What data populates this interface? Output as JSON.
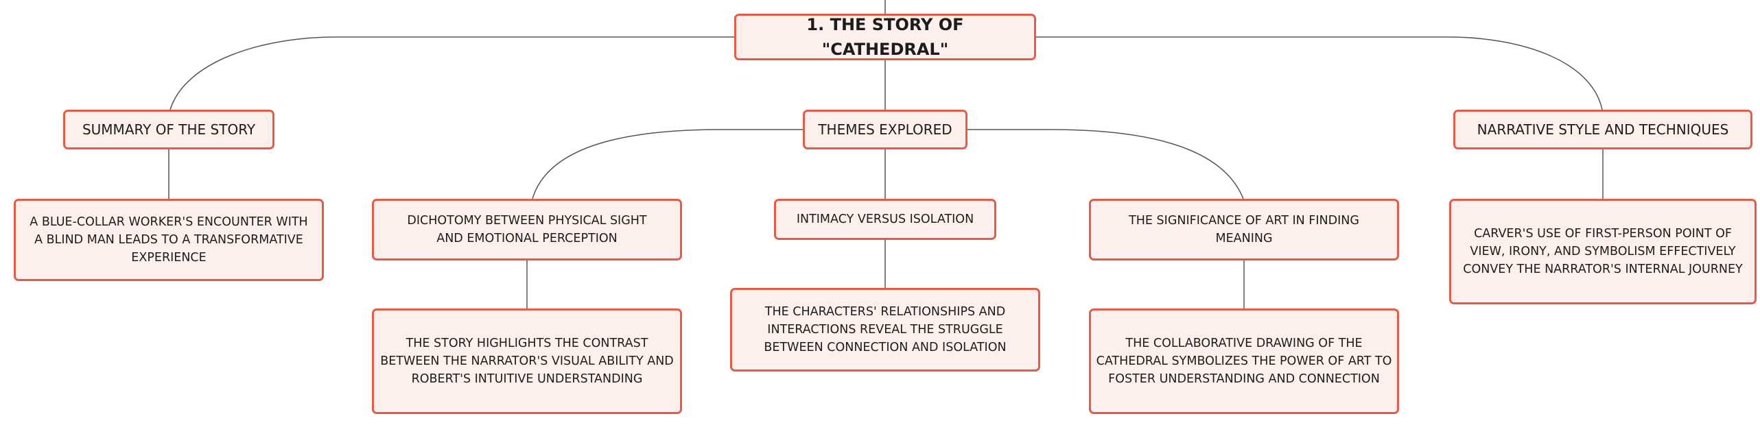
{
  "mindmap": {
    "root": {
      "text": "1. THE STORY OF \"CATHEDRAL\""
    },
    "branches": [
      {
        "label": "SUMMARY OF THE STORY",
        "children": [
          {
            "text": "A BLUE-COLLAR WORKER'S ENCOUNTER WITH A BLIND MAN LEADS TO A TRANSFORMATIVE EXPERIENCE"
          }
        ]
      },
      {
        "label": "THEMES EXPLORED",
        "subtopics": [
          {
            "label": "DICHOTOMY BETWEEN PHYSICAL SIGHT AND EMOTIONAL PERCEPTION",
            "detail": "THE STORY HIGHLIGHTS THE CONTRAST BETWEEN THE NARRATOR'S VISUAL ABILITY AND ROBERT'S INTUITIVE UNDERSTANDING"
          },
          {
            "label": "INTIMACY VERSUS ISOLATION",
            "detail": "THE CHARACTERS' RELATIONSHIPS AND INTERACTIONS REVEAL THE STRUGGLE BETWEEN CONNECTION AND ISOLATION"
          },
          {
            "label": "THE SIGNIFICANCE OF ART IN FINDING MEANING",
            "detail": "THE COLLABORATIVE DRAWING OF THE CATHEDRAL SYMBOLIZES THE POWER OF ART TO FOSTER UNDERSTANDING AND CONNECTION"
          }
        ]
      },
      {
        "label": "NARRATIVE STYLE AND TECHNIQUES",
        "children": [
          {
            "text": "CARVER'S USE OF FIRST-PERSON POINT OF VIEW, IRONY, AND SYMBOLISM EFFECTIVELY CONVEY THE NARRATOR'S INTERNAL JOURNEY"
          }
        ]
      }
    ]
  },
  "colors": {
    "node_fill": "#fdf0ec",
    "node_border": "#e25d48",
    "connector": "#555555",
    "text": "#1c1c1c"
  }
}
